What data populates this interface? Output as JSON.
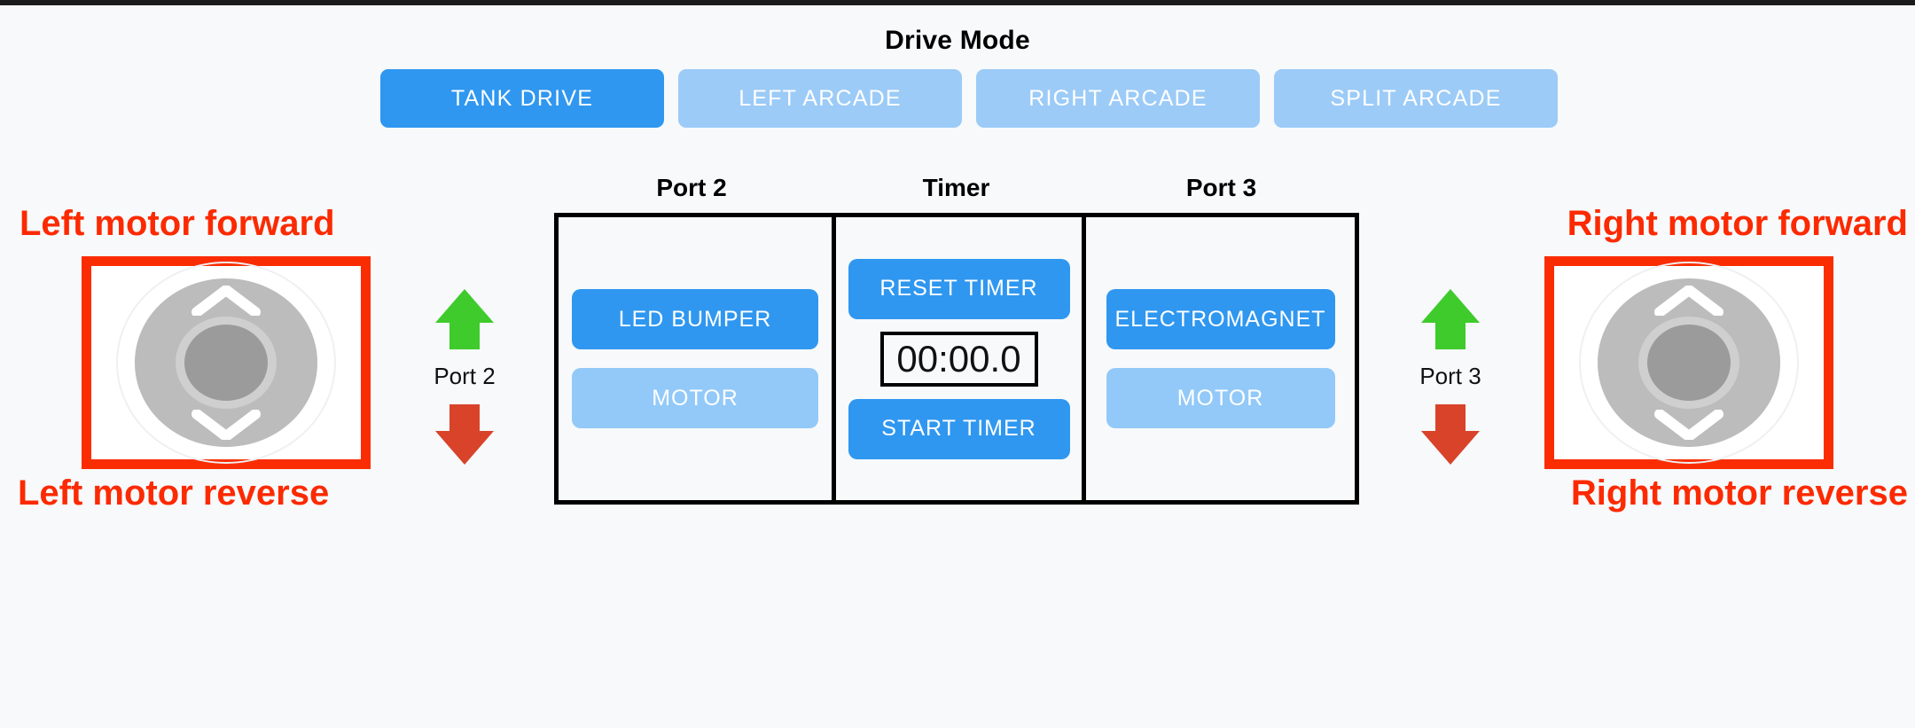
{
  "drive_mode": {
    "title": "Drive Mode",
    "selected": "TANK DRIVE",
    "buttons": [
      {
        "label": "TANK DRIVE",
        "state": "active"
      },
      {
        "label": "LEFT ARCADE",
        "state": "idle"
      },
      {
        "label": "RIGHT ARCADE",
        "state": "idle"
      },
      {
        "label": "SPLIT ARCADE",
        "state": "idle"
      }
    ]
  },
  "panel": {
    "columns": [
      {
        "header": "Port 2",
        "buttons": [
          {
            "label": "LED BUMPER",
            "state": "on"
          },
          {
            "label": "MOTOR",
            "state": "off"
          }
        ]
      },
      {
        "header": "Timer",
        "reset_label": "RESET TIMER",
        "display": "00:00.0",
        "start_label": "START TIMER"
      },
      {
        "header": "Port 3",
        "buttons": [
          {
            "label": "ELECTROMAGNET",
            "state": "on"
          },
          {
            "label": "MOTOR",
            "state": "off"
          }
        ]
      }
    ]
  },
  "left_control": {
    "forward_label": "Left motor forward",
    "reverse_label": "Left motor reverse",
    "port_label": "Port 2",
    "up_icon": "green-up-arrow-icon",
    "down_icon": "red-down-arrow-icon"
  },
  "right_control": {
    "forward_label": "Right motor forward",
    "reverse_label": "Right motor reverse",
    "port_label": "Port 3",
    "up_icon": "green-up-arrow-icon",
    "down_icon": "red-down-arrow-icon"
  },
  "colors": {
    "accent_blue": "#2f97f0",
    "idle_blue": "#92c9f8",
    "annotation_red": "#fc2a00",
    "box_red": "#fa2d02",
    "forward_green": "#3ecb2b",
    "reverse_red": "#d8432a",
    "background": "#f7f9fb"
  }
}
